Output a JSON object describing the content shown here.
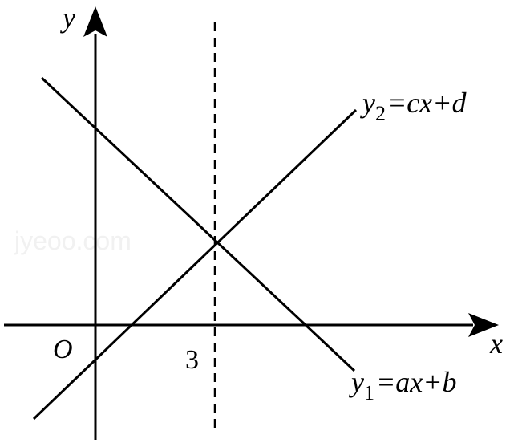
{
  "axes": {
    "x_label": "x",
    "y_label": "y",
    "origin_label": "O"
  },
  "marker": {
    "label": "3"
  },
  "lines": {
    "y1": {
      "sym": "y",
      "sub": "1",
      "rhs": "=ax+b"
    },
    "y2": {
      "sym": "y",
      "sub": "2",
      "rhs": "=cx+d"
    }
  },
  "watermark": "jyeoo.com"
}
